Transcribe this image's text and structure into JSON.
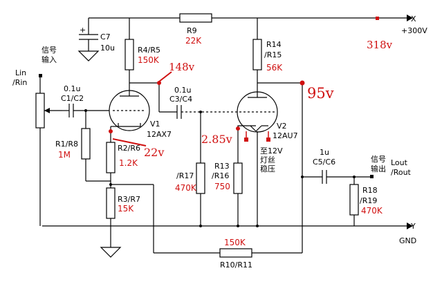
{
  "diagram": {
    "rails": {
      "hv_terminal": "X",
      "hv_value": "+300V",
      "gnd_terminal": "Y",
      "gnd_label": "GND"
    },
    "input": {
      "label_cn": "信号\n输入",
      "label_en": "Lin\n/Rin"
    },
    "output": {
      "label_cn": "信号\n输出",
      "label_en": "Lout\n/Rout"
    },
    "components": {
      "c7": {
        "name": "C7",
        "value": "10u"
      },
      "r9": {
        "name": "R9",
        "value": "22K"
      },
      "r4r5": {
        "name": "R4/R5",
        "value": "150K"
      },
      "r14r15": {
        "name": "R14\n/R15",
        "value": "56K"
      },
      "c1c2": {
        "name": "0.1u\nC1/C2"
      },
      "c3c4": {
        "name": "0.1u\nC3/C4"
      },
      "r1r8": {
        "name": "R1/R8",
        "value": "1M"
      },
      "r2r6": {
        "name": "R2/R6",
        "value": "1.2K"
      },
      "r3r7": {
        "name": "R3/R7",
        "value": "15K"
      },
      "r17": {
        "name": "/R17",
        "value": "470K"
      },
      "r13r16": {
        "name": "R13\n/R16",
        "value": "750"
      },
      "c5c6": {
        "name": "1u\nC5/C6"
      },
      "r18r19": {
        "name": "R18\n/R19",
        "value": "470K"
      },
      "r10r11": {
        "name": "R10/R11",
        "value": "150K"
      },
      "v1": {
        "name": "V1",
        "type": "12AX7"
      },
      "v2": {
        "name": "V2",
        "type": "12AU7"
      }
    },
    "heater_note": "至12V\n灯丝\n稳压",
    "voltages": {
      "hv": "318v",
      "v1_plate": "148v",
      "v2_plate": "95v",
      "v2_cathode": "2.85v",
      "v1_cathode": "22v"
    },
    "colors": {
      "wire": "#000000",
      "annotation": "#d01010"
    }
  }
}
